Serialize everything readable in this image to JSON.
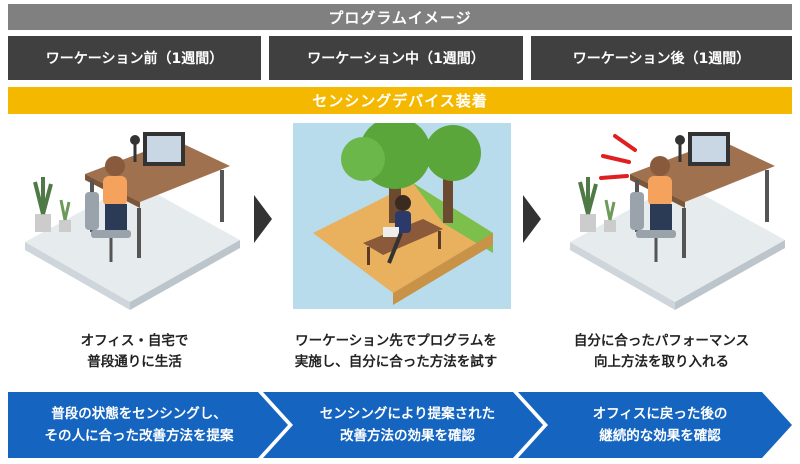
{
  "title": "プログラムイメージ",
  "phases": [
    {
      "label": "ワーケーション前（1週間）"
    },
    {
      "label": "ワーケーション中（1週間）"
    },
    {
      "label": "ワーケーション後（1週間）"
    }
  ],
  "sensing_label": "センシングデバイス装着",
  "captions": [
    {
      "line1": "オフィス・自宅で",
      "line2": "普段通りに生活"
    },
    {
      "line1": "ワーケーション先でプログラムを",
      "line2": "実施し、自分に合った方法を試す"
    },
    {
      "line1": "自分に合ったパフォーマンス",
      "line2": "向上方法を取り入れる"
    }
  ],
  "steps": [
    {
      "line1": "普段の状態をセンシングし、",
      "line2": "その人に合った改善方法を提案"
    },
    {
      "line1": "センシングにより提案された",
      "line2": "改善方法の効果を確認"
    },
    {
      "line1": "オフィスに戻った後の",
      "line2": "継続的な効果を確認"
    }
  ],
  "colors": {
    "title_bg": "#808080",
    "phase_bg": "#404040",
    "sensing_bg": "#f5b800",
    "chevron_blue": "#1565c0",
    "arrow_dark": "#333333",
    "person_shirt": "#f5a25d",
    "alert_red": "#e02020"
  }
}
